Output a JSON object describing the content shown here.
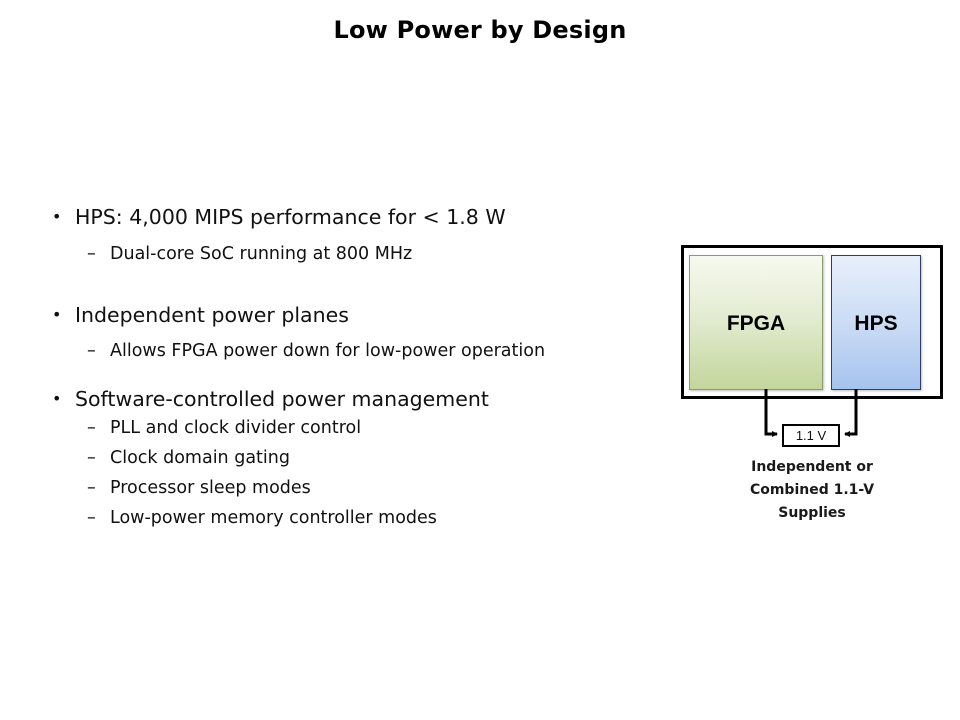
{
  "slide": {
    "title": "Low Power by Design"
  },
  "bullets": [
    {
      "text": "HPS: 4,000 MIPS performance for < 1.8 W",
      "sub": [
        "Dual-core SoC running at 800 MHz"
      ]
    },
    {
      "text": "Independent power planes",
      "sub": [
        "Allows FPGA power down for low-power operation"
      ]
    },
    {
      "text": "Software-controlled power management",
      "sub": [
        "PLL and clock divider control",
        "Clock domain gating",
        "Processor sleep modes",
        "Low-power memory controller modes"
      ]
    }
  ],
  "bullet_glyph": "•",
  "sub_bullet_glyph": "–",
  "diagram": {
    "blocks": [
      {
        "label": "FPGA",
        "color": "#c3d69c"
      },
      {
        "label": "HPS",
        "color": "#a6c3ee"
      }
    ],
    "supply_label": "1.1 V",
    "caption_lines": [
      "Independent or",
      "Combined 1.1-V",
      "Supplies"
    ]
  }
}
